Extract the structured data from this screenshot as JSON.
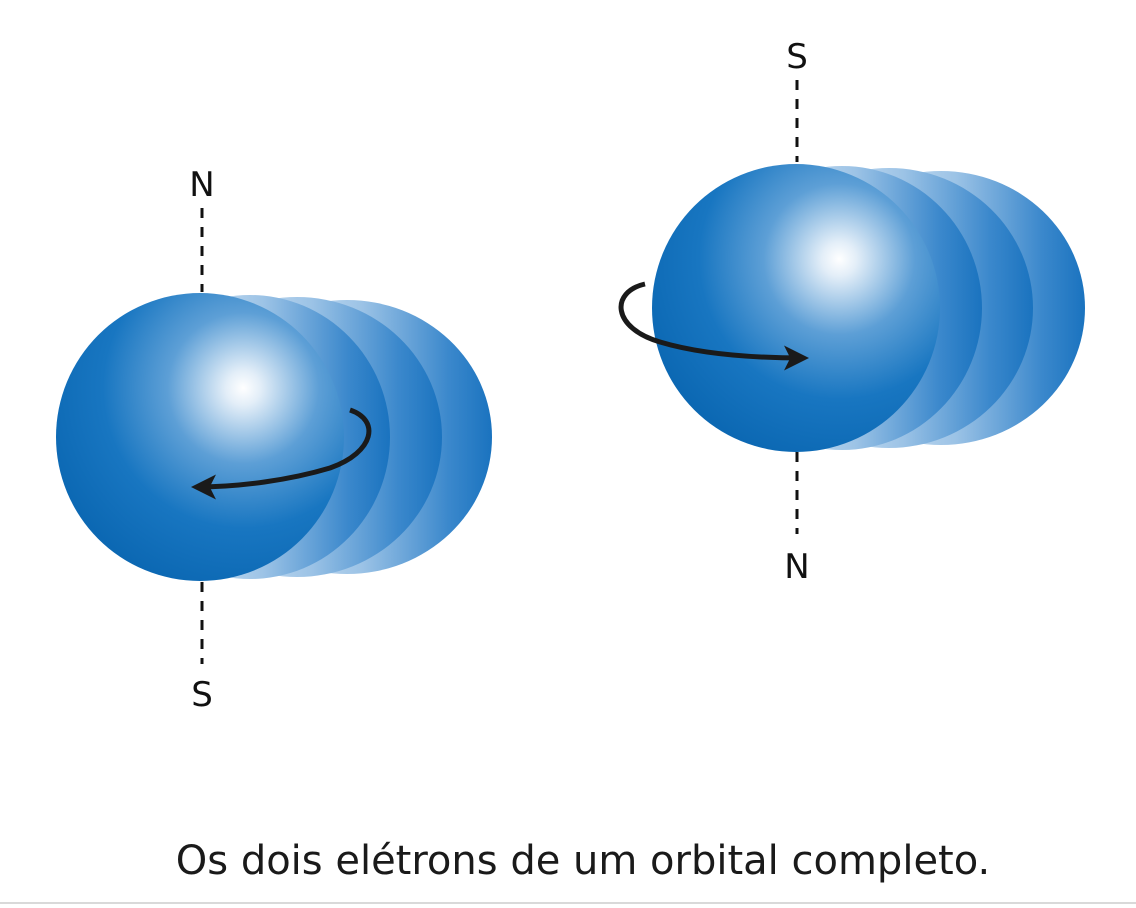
{
  "electron_left": {
    "pole_top": "N",
    "pole_bottom": "S",
    "spin_direction": "counterclockwise-arrow"
  },
  "electron_right": {
    "pole_top": "S",
    "pole_bottom": "N",
    "spin_direction": "clockwise-arrow"
  },
  "caption": "Os dois elétrons de um orbital completo.",
  "colors": {
    "sphere_dark": "#0a6cb8",
    "sphere_highlight": "#ffffff",
    "arrow": "#1a1a1a",
    "axis": "#111111"
  }
}
